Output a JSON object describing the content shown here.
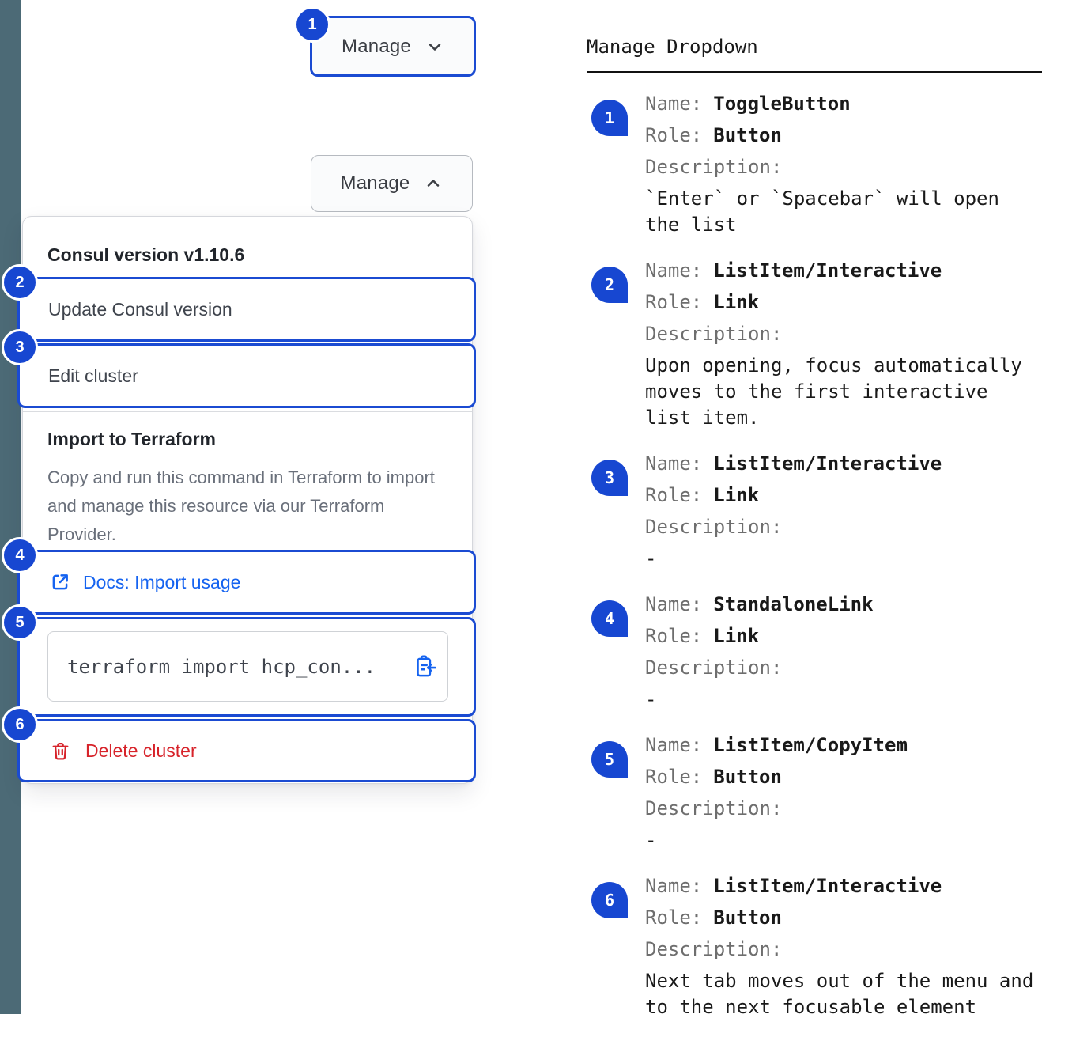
{
  "colors": {
    "accent_blue": "#1b4bd2",
    "badge_blue": "#1747d1",
    "link_blue": "#1563f0",
    "danger_red": "#d7232a",
    "side_strip": "#4c6a76"
  },
  "component": {
    "toggle_closed": {
      "label": "Manage"
    },
    "toggle_open": {
      "label": "Manage"
    },
    "menu": {
      "version_header": "Consul version v1.10.6",
      "update_item": "Update Consul version",
      "edit_item": "Edit cluster",
      "import_header": "Import to Terraform",
      "import_description": "Copy and run this command in Terraform to import and manage this resource via our Terraform Provider.",
      "docs_link": "Docs: Import usage",
      "code_snippet": "terraform import hcp_con...",
      "delete_item": "Delete cluster"
    }
  },
  "annotations": {
    "title": "Manage Dropdown",
    "label_name": "Name:",
    "label_role": "Role:",
    "label_description": "Description:",
    "items": [
      {
        "number": "1",
        "name": "ToggleButton",
        "role": "Button",
        "description": "`Enter` or `Spacebar` will open the list"
      },
      {
        "number": "2",
        "name": "ListItem/Interactive",
        "role": "Link",
        "description": "Upon opening, focus automatically moves to the first interactive list item."
      },
      {
        "number": "3",
        "name": "ListItem/Interactive",
        "role": "Link",
        "description": "-"
      },
      {
        "number": "4",
        "name": "StandaloneLink",
        "role": "Link",
        "description": "-"
      },
      {
        "number": "5",
        "name": "ListItem/CopyItem",
        "role": "Button",
        "description": "-"
      },
      {
        "number": "6",
        "name": "ListItem/Interactive",
        "role": "Button",
        "description": "Next tab moves out of the menu and to the next focusable element"
      }
    ]
  }
}
